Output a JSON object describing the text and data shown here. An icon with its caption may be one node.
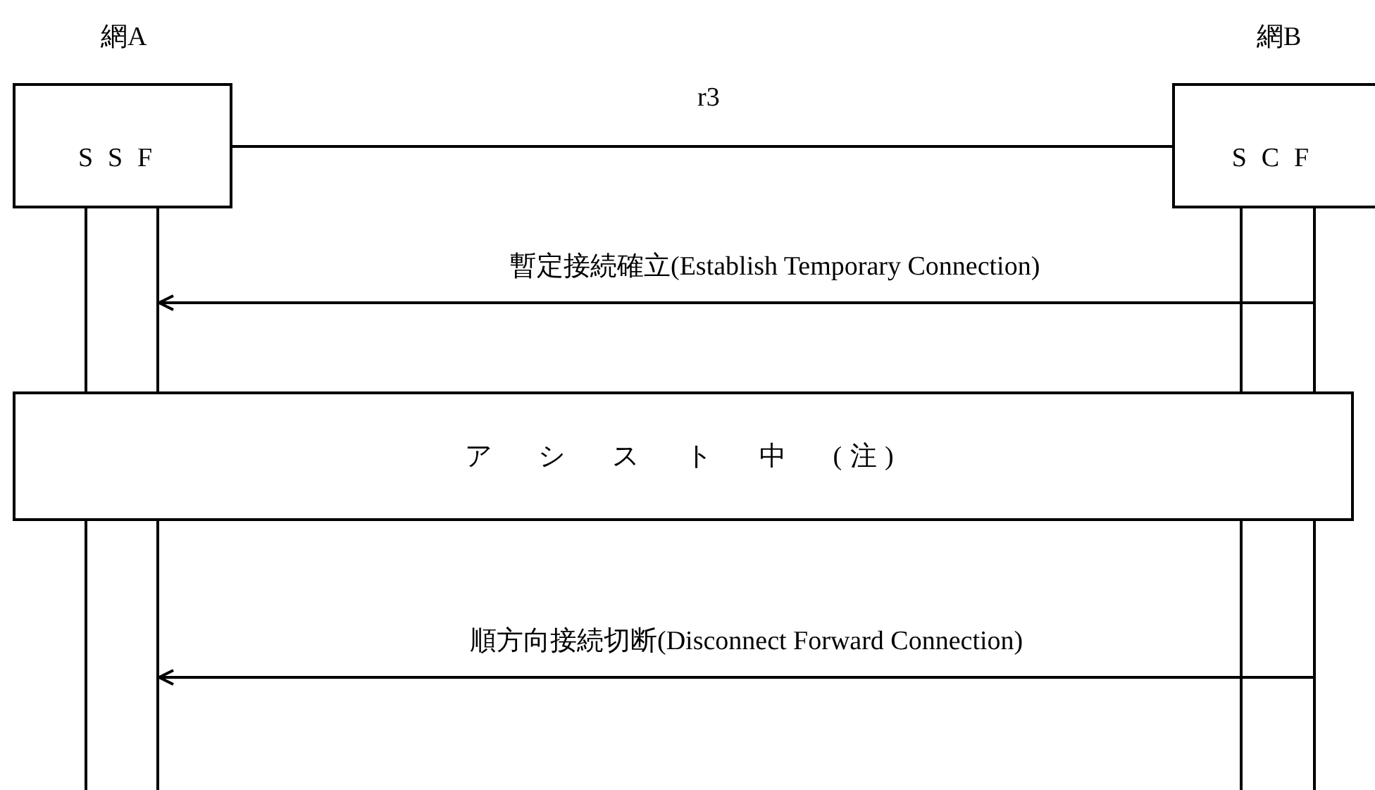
{
  "diagram": {
    "nodes": [
      {
        "text": [
          "SSF"
        ],
        "beside": [
          "網A"
        ]
      },
      {
        "text": [
          "SCF"
        ],
        "beside": [
          "網B"
        ]
      },
      {
        "text": [],
        "shape": "bar"
      },
      {
        "text": [],
        "shape": "bar"
      },
      {
        "text": [],
        "shape": "bar"
      },
      {
        "text": [],
        "shape": "bar"
      },
      {
        "text": [
          "ア シ ス ト 中 (注)"
        ]
      },
      {
        "text": [],
        "shape": "bar"
      },
      {
        "text": [],
        "shape": "bar"
      },
      {
        "text": [],
        "shape": "bar"
      },
      {
        "text": [],
        "shape": "bar"
      }
    ],
    "edges": [
      {
        "from": 0,
        "to": 1,
        "arrow": "none",
        "label": "r3"
      },
      {
        "from": 5,
        "to": 3,
        "arrow": "to",
        "label": "暫定接続確立(Establish Temporary Connection)"
      },
      {
        "from": 10,
        "to": 8,
        "arrow": "to",
        "label": "順方向接続切断(Disconnect Forward Connection)"
      }
    ]
  }
}
